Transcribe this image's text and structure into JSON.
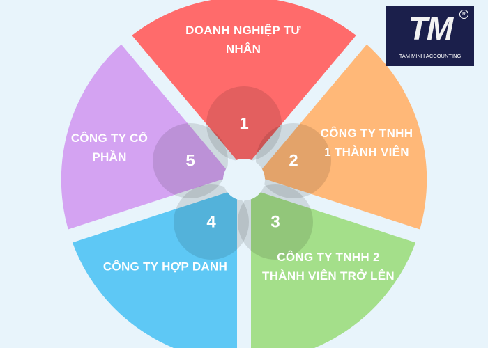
{
  "logo": {
    "mark": "TM",
    "registered": "R",
    "company": "TAM MINH ACCOUNTING"
  },
  "segments": [
    {
      "number": "1",
      "label_lines": [
        "DOANH NGHIỆP TƯ",
        "NHÂN"
      ],
      "color": "#ff6b6b"
    },
    {
      "number": "2",
      "label_lines": [
        "CÔNG TY TNHH",
        "1 THÀNH VIÊN"
      ],
      "color": "#ffb878"
    },
    {
      "number": "3",
      "label_lines": [
        "CÔNG TY TNHH 2",
        "THÀNH VIÊN TRỞ LÊN"
      ],
      "color": "#a4df8a"
    },
    {
      "number": "4",
      "label_lines": [
        "CÔNG TY HỢP DANH"
      ],
      "color": "#5ec8f5"
    },
    {
      "number": "5",
      "label_lines": [
        "CÔNG TY CỔ",
        "PHẦN"
      ],
      "color": "#d4a3f2"
    }
  ],
  "colors": {
    "background": "#e8f4fb",
    "logo_bg": "#1b1f4b"
  }
}
